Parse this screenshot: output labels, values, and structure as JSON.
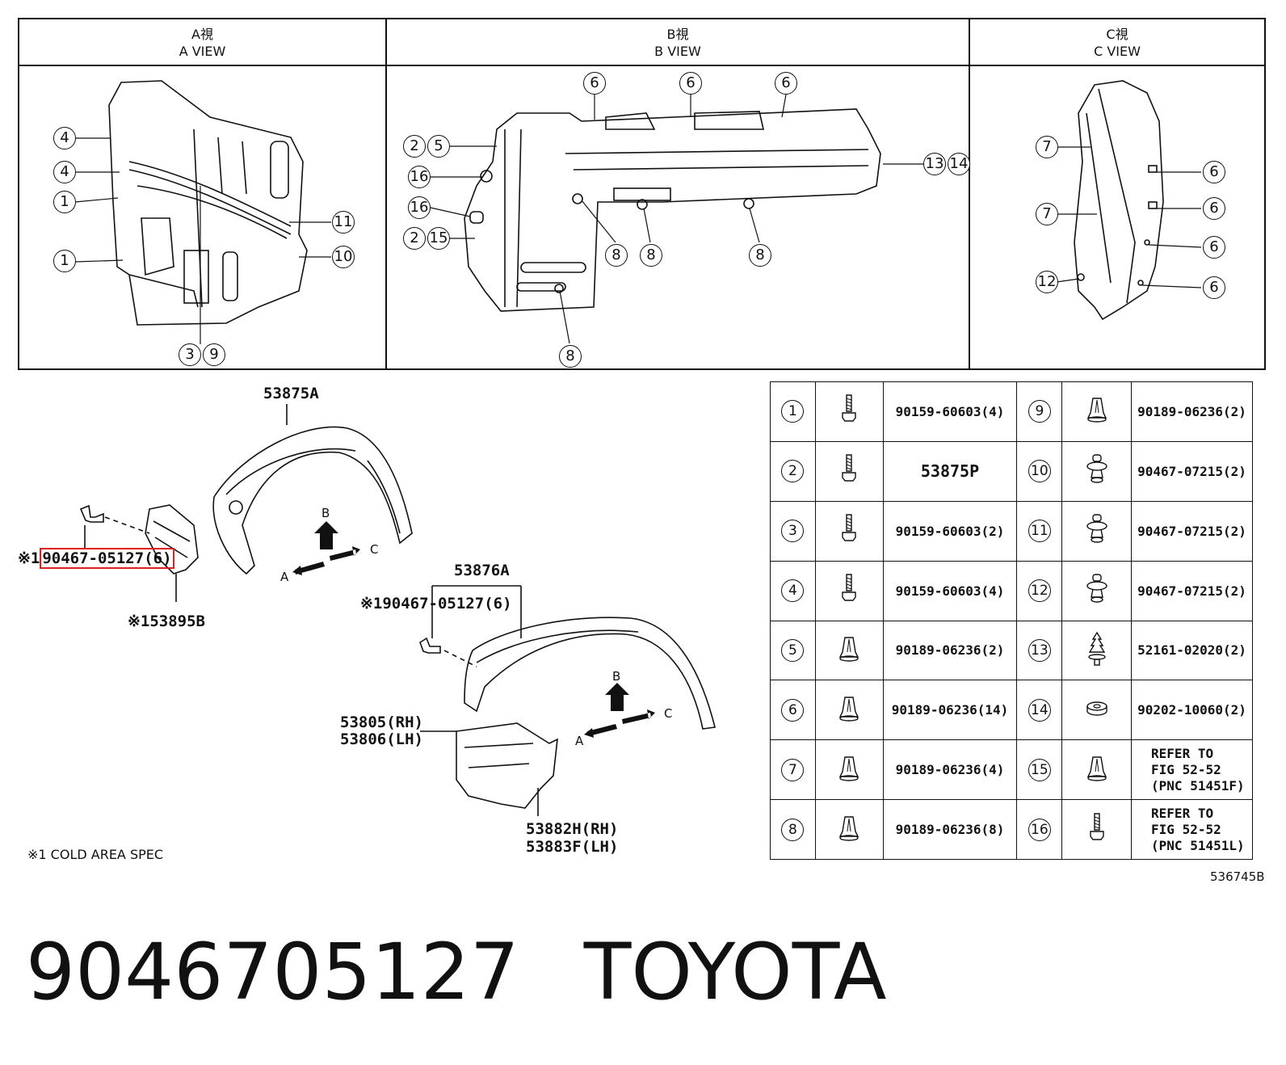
{
  "views": [
    {
      "jp": "A視",
      "en": "A VIEW"
    },
    {
      "jp": "B視",
      "en": "B VIEW"
    },
    {
      "jp": "C視",
      "en": "C VIEW"
    }
  ],
  "legend": [
    {
      "l_num": "1",
      "l_icon": "bolt-icon",
      "l_pn": "90159-60603(4)",
      "r_num": "9",
      "r_icon": "clip-icon",
      "r_pn": "90189-06236(2)"
    },
    {
      "l_num": "2",
      "l_icon": "bolt-icon",
      "l_pn": "53875P",
      "r_num": "10",
      "r_icon": "push-rivet-icon",
      "r_pn": "90467-07215(2)"
    },
    {
      "l_num": "3",
      "l_icon": "bolt-icon",
      "l_pn": "90159-60603(2)",
      "r_num": "11",
      "r_icon": "push-rivet-icon",
      "r_pn": "90467-07215(2)"
    },
    {
      "l_num": "4",
      "l_icon": "bolt-icon",
      "l_pn": "90159-60603(4)",
      "r_num": "12",
      "r_icon": "push-rivet-icon",
      "r_pn": "90467-07215(2)"
    },
    {
      "l_num": "5",
      "l_icon": "clip-icon",
      "l_pn": "90189-06236(2)",
      "r_num": "13",
      "r_icon": "christmas-tree-clip-icon",
      "r_pn": "52161-02020(2)"
    },
    {
      "l_num": "6",
      "l_icon": "clip-icon",
      "l_pn": "90189-06236(14)",
      "r_num": "14",
      "r_icon": "grommet-icon",
      "r_pn": "90202-10060(2)"
    },
    {
      "l_num": "7",
      "l_icon": "clip-icon",
      "l_pn": "90189-06236(4)",
      "r_num": "15",
      "r_icon": "clip-icon",
      "r_pn": "REFER TO\nFIG 52-52\n(PNC 51451F)"
    },
    {
      "l_num": "8",
      "l_icon": "clip-icon",
      "l_pn": "90189-06236(8)",
      "r_num": "16",
      "r_icon": "bolt-icon",
      "r_pn": "REFER TO\nFIG 52-52\n(PNC 51451L)"
    }
  ],
  "callouts_a": [
    "4",
    "4",
    "1",
    "1",
    "11",
    "10",
    "3",
    "9"
  ],
  "callouts_b": [
    "6",
    "6",
    "6",
    "2",
    "5",
    "16",
    "16",
    "2",
    "15",
    "13",
    "14",
    "8",
    "8",
    "8",
    "8"
  ],
  "callouts_c": [
    "7",
    "7",
    "12",
    "6",
    "6",
    "6",
    "6"
  ],
  "parts": {
    "p53875A": "53875A",
    "p53876A": "53876A",
    "p53895B": "※153895B",
    "p_clip1_prefix": "※1",
    "p_clip1": "90467-05127(6)",
    "p_clip2": "※190467-05127(6)",
    "p53805": "53805(RH)",
    "p53806": "53806(LH)",
    "p53882": "53882H(RH)",
    "p53883": "53883F(LH)"
  },
  "arrows": {
    "b": "B",
    "a": "A",
    "c": "C"
  },
  "note": "※1 COLD AREA SPEC",
  "figure_id": "536745B",
  "footer": {
    "part_number": "9046705127",
    "brand": "TOYOTA"
  }
}
